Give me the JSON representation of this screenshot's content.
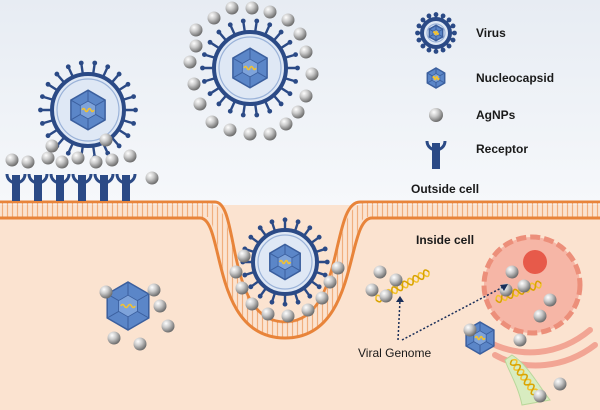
{
  "legend": {
    "virus": "Virus",
    "nucleocapsid": "Nucleocapsid",
    "agnps": "AgNPs",
    "receptor": "Receptor"
  },
  "regions": {
    "outside": "Outside cell",
    "inside": "Inside cell"
  },
  "annotations": {
    "viral_genome": "Viral Genome"
  },
  "colors": {
    "virus_blue": "#2b4a86",
    "capsid_blue": "#5b86c8",
    "genome_yellow": "#f2c230",
    "membrane": "#e8843a",
    "cytoplasm": "#fbe3d0",
    "nucleus": "#f6b6a6"
  }
}
